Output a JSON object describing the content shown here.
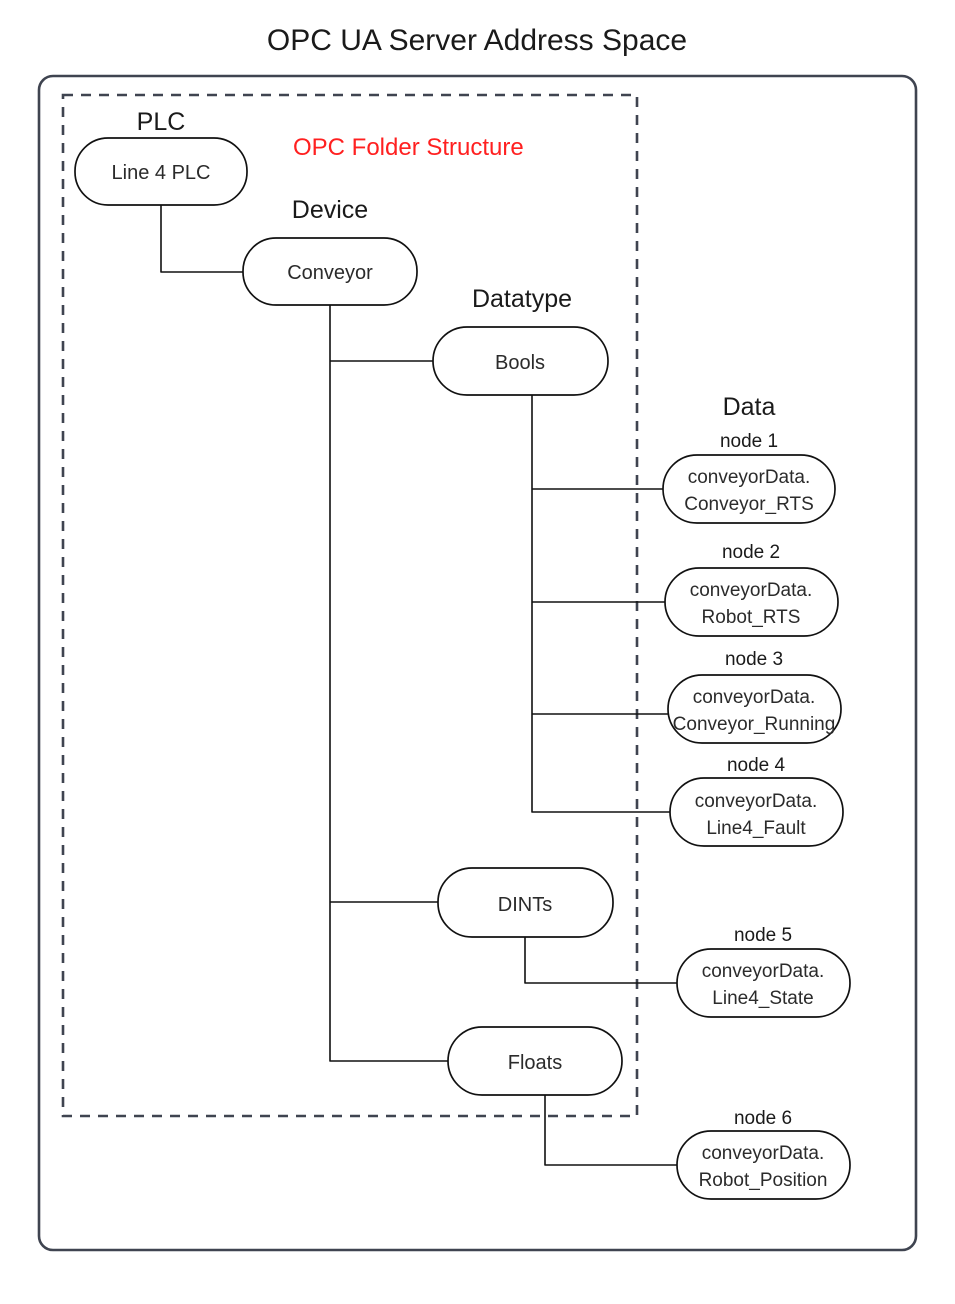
{
  "title": "OPC UA Server Address Space",
  "annotation": {
    "text": "OPC Folder Structure",
    "color": "#ff2020"
  },
  "colors": {
    "frame_stroke": "#3f4450",
    "node_stroke": "#111111",
    "text": "#1a1a1a",
    "node_text": "#2b2b2b",
    "background": "#ffffff",
    "annotation_red": "#ff2020"
  },
  "group_labels": {
    "plc": "PLC",
    "device": "Device",
    "datatype": "Datatype",
    "data": "Data"
  },
  "tree": {
    "plc_node": {
      "label": "Line 4 PLC"
    },
    "device_node": {
      "label": "Conveyor"
    },
    "datatype_nodes": [
      {
        "label": "Bools"
      },
      {
        "label": "DINTs"
      },
      {
        "label": "Floats"
      }
    ],
    "data_nodes": [
      {
        "caption": "node 1",
        "line1": "conveyorData.",
        "line2": "Conveyor_RTS",
        "parent": "Bools"
      },
      {
        "caption": "node 2",
        "line1": "conveyorData.",
        "line2": "Robot_RTS",
        "parent": "Bools"
      },
      {
        "caption": "node 3",
        "line1": "conveyorData.",
        "line2": "Conveyor_Running",
        "parent": "Bools"
      },
      {
        "caption": "node 4",
        "line1": "conveyorData.",
        "line2": "Line4_Fault",
        "parent": "Bools"
      },
      {
        "caption": "node 5",
        "line1": "conveyorData.",
        "line2": "Line4_State",
        "parent": "DINTs"
      },
      {
        "caption": "node 6",
        "line1": "conveyorData.",
        "line2": "Robot_Position",
        "parent": "Floats"
      }
    ]
  }
}
